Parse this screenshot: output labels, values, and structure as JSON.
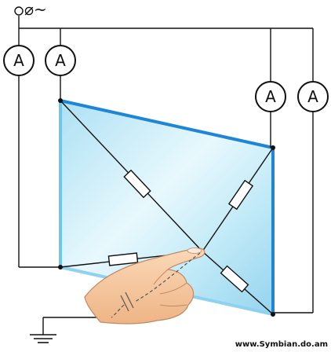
{
  "supply": {
    "symbol": "⌀~",
    "phase_glyph": "⌀",
    "ac_glyph": "~"
  },
  "ammeters": [
    {
      "label": "A"
    },
    {
      "label": "A"
    },
    {
      "label": "A"
    },
    {
      "label": "A"
    }
  ],
  "watermark": "www.Symbian.do.am",
  "colors": {
    "panel_light": "#cfeffb",
    "panel_mid": "#9fd9ef",
    "edge_blue": "#1f86d6",
    "edge_light": "#6cc6ee",
    "wire": "#111111",
    "skin": "#f6c7a0"
  }
}
